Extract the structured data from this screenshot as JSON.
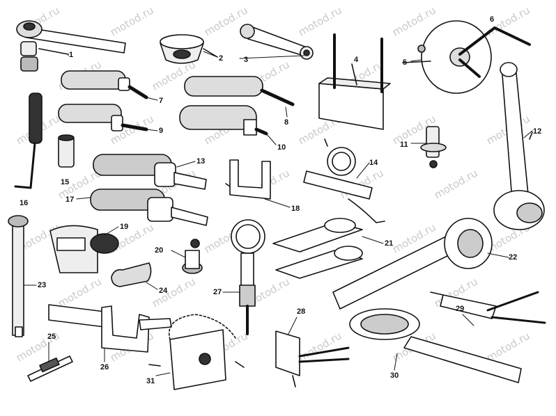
{
  "watermark": "motod.ru",
  "parts": [
    {
      "id": "p1",
      "label": "1"
    },
    {
      "id": "p2",
      "label": "2"
    },
    {
      "id": "p3",
      "label": "3"
    },
    {
      "id": "p4",
      "label": "4"
    },
    {
      "id": "p5",
      "label": "5"
    },
    {
      "id": "p6",
      "label": "6"
    },
    {
      "id": "p7",
      "label": "7"
    },
    {
      "id": "p8",
      "label": "8"
    },
    {
      "id": "p9",
      "label": "9"
    },
    {
      "id": "p10",
      "label": "10"
    },
    {
      "id": "p11",
      "label": "11"
    },
    {
      "id": "p12",
      "label": "12"
    },
    {
      "id": "p13",
      "label": "13"
    },
    {
      "id": "p14",
      "label": "14"
    },
    {
      "id": "p15",
      "label": "15"
    },
    {
      "id": "p16",
      "label": "16"
    },
    {
      "id": "p17",
      "label": "17"
    },
    {
      "id": "p18",
      "label": "18"
    },
    {
      "id": "p19",
      "label": "19"
    },
    {
      "id": "p20",
      "label": "20"
    },
    {
      "id": "p21",
      "label": "21"
    },
    {
      "id": "p22",
      "label": "22"
    },
    {
      "id": "p23",
      "label": "23"
    },
    {
      "id": "p24",
      "label": "24"
    },
    {
      "id": "p25",
      "label": "25"
    },
    {
      "id": "p26",
      "label": "26"
    },
    {
      "id": "p27",
      "label": "27"
    },
    {
      "id": "p28",
      "label": "28"
    },
    {
      "id": "p29",
      "label": "29"
    },
    {
      "id": "p30",
      "label": "30"
    },
    {
      "id": "p31",
      "label": "31"
    }
  ]
}
